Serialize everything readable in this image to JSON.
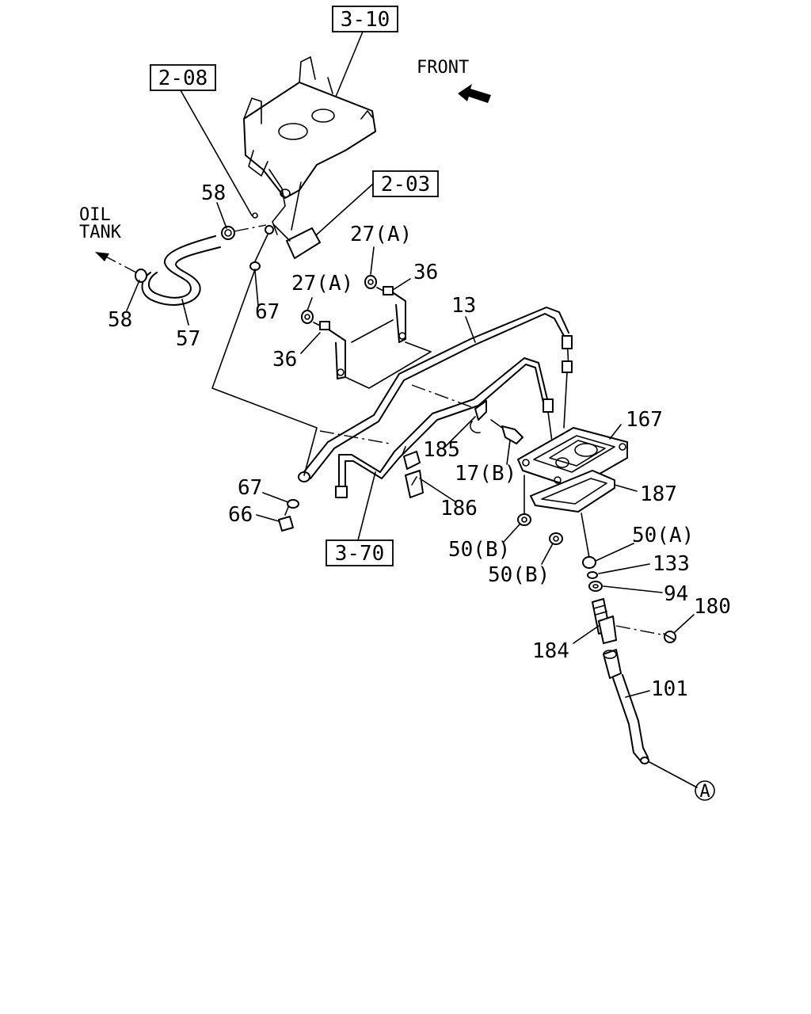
{
  "direction": {
    "front": "FRONT"
  },
  "oil_tank": {
    "line1": "OIL",
    "line2": "TANK"
  },
  "refs": {
    "r310": "3-10",
    "r208": "2-08",
    "r203": "2-03",
    "r370": "3-70"
  },
  "callout": "A",
  "parts": {
    "p58a": "58",
    "p58b": "58",
    "p57": "57",
    "p67a": "67",
    "p27a1": "27(A)",
    "p27a2": "27(A)",
    "p36a": "36",
    "p36b": "36",
    "p13": "13",
    "p167": "167",
    "p185": "185",
    "p17b": "17(B)",
    "p187": "187",
    "p186": "186",
    "p67b": "67",
    "p66": "66",
    "p50b1": "50(B)",
    "p50b2": "50(B)",
    "p50a": "50(A)",
    "p133": "133",
    "p94": "94",
    "p180": "180",
    "p184": "184",
    "p101": "101"
  }
}
